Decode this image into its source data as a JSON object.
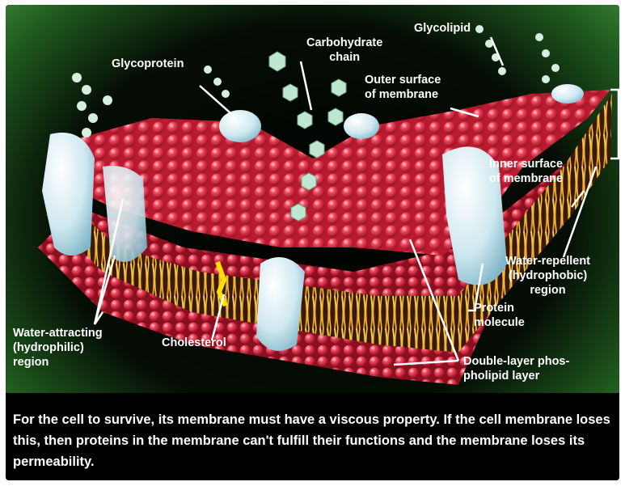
{
  "diagram": {
    "labels": {
      "glycolipid": [
        "Glycolipid"
      ],
      "carbohydrate_chain": [
        "Carbohydrate",
        "chain"
      ],
      "glycoprotein": [
        "Glycoprotein"
      ],
      "outer_surface": [
        "Outer surface",
        "of membrane"
      ],
      "inner_surface": [
        "Inner surface",
        "of membrane"
      ],
      "water_repellent": [
        "Water-repellent",
        "(hydrophobic)",
        "region"
      ],
      "protein_molecule": [
        "Protein",
        "molecule"
      ],
      "water_attracting": [
        "Water-attracting",
        "(hydrophilic)",
        "region"
      ],
      "cholesterol": [
        "Cholesterol"
      ],
      "double_layer": [
        "Double-layer phos-",
        "pholipid layer"
      ]
    },
    "caption": "For the cell to survive, its membrane must have a viscous property. If the cell membrane loses this, then proteins in the membrane can't fulfill their functions and the membrane loses its permeability.",
    "colors": {
      "background": "#000000",
      "green_glow": "#3f8a3a",
      "phospholipid_head": "#e0283f",
      "lipid_tail": "#f2b22a",
      "protein": "#d6ecf2",
      "carbohydrate": "#b8e0c8",
      "text": "#ffffff"
    }
  }
}
